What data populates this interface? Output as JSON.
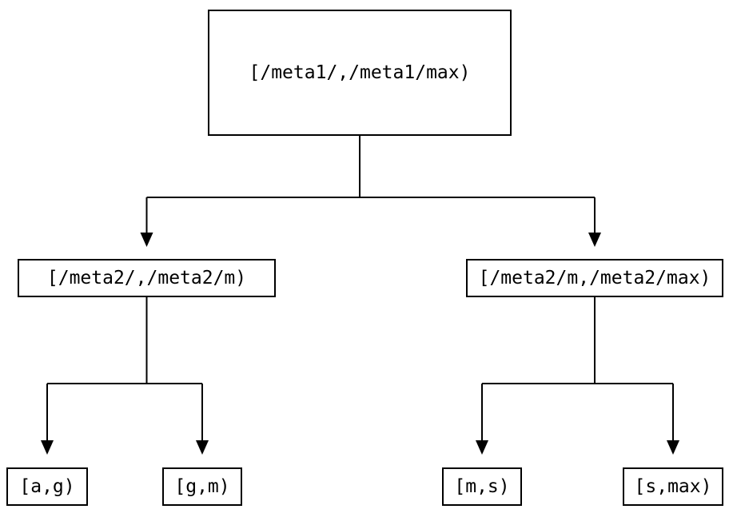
{
  "nodes": {
    "root": {
      "label": "[/meta1/,/meta1/max)"
    },
    "left_child": {
      "label": "[/meta2/,/meta2/m)"
    },
    "right_child": {
      "label": "[/meta2/m,/meta2/max)"
    },
    "leaf_ag": {
      "label": "[a,g)"
    },
    "leaf_gm": {
      "label": "[g,m)"
    },
    "leaf_ms": {
      "label": "[m,s)"
    },
    "leaf_smax": {
      "label": "[s,max)"
    }
  },
  "colors": {
    "background": "#ffffff",
    "box_border": "#000000",
    "line": "#000000",
    "text": "#000000"
  }
}
